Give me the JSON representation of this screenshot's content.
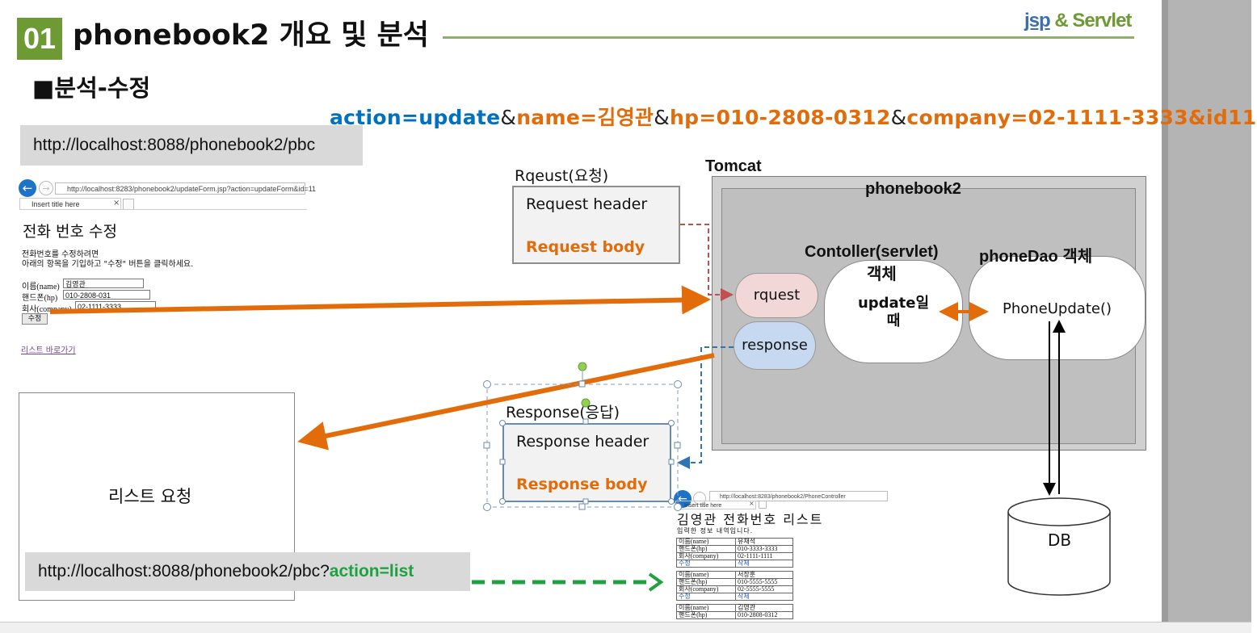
{
  "slide": {
    "number": "01",
    "title": "phonebook2 개요 및 분석",
    "brand": {
      "part1": "jsp",
      "part2": "& Servlet"
    },
    "subtitle": "■분석-수정"
  },
  "query_string": {
    "p1": "action=",
    "p2": "update",
    "p3": "&",
    "p4": "name=김영관",
    "p5": "&",
    "p6": "hp=010-2808-0312",
    "p7": "&",
    "p8": "company=02-1111-3333&id11"
  },
  "url_request": "http://localhost:8088/phonebook2/pbc",
  "url_redirect": {
    "prefix": "http://localhost:8088/phonebook2/pbc?",
    "suffix": "action=list"
  },
  "update_form_screenshot": {
    "address": "http://localhost:8283/phonebook2/updateForm.jsp?action=updateForm&id=11",
    "tab_title": "Insert title here",
    "heading": "전화 번호 수정",
    "description": "전화번호를 수정하려면\n아래의 항목을 기입하고 \"수정\" 버튼을 클릭하세요.",
    "fields": [
      {
        "label": "이름(name)",
        "value": "김영관"
      },
      {
        "label": "핸드폰(hp)",
        "value": "010-2808-031"
      },
      {
        "label": "회사(company)",
        "value": "02-1111-3333"
      }
    ],
    "submit_label": "수정",
    "link_label": "리스트 바로가기"
  },
  "request": {
    "label": "Rqeust(요청)",
    "header": "Request header",
    "body": "Request  body"
  },
  "response": {
    "label": "Response(응답)",
    "header": "Response header",
    "body": "Response  body"
  },
  "server": {
    "tomcat": "Tomcat",
    "app": "phonebook2",
    "controller_label": "Contoller(servlet)",
    "controller_label2": "객체",
    "controller_text1": "update일",
    "controller_text2": "때",
    "dao_label": "phoneDao 객체",
    "dao_method": "PhoneUpdate()",
    "request_pill": "rquest",
    "response_pill": "response",
    "db": "DB"
  },
  "list_request": "리스트 요청",
  "list_screenshot": {
    "address": "http://localhost:8283/phonebook2/PhoneController",
    "tab_title": "Insert title here",
    "heading": "김영관 전화번호 리스트",
    "sub": "입력한 정보 내역입니다.",
    "records": [
      {
        "name": "유재석",
        "hp": "010-3333-3333",
        "company": "02-1111-1111"
      },
      {
        "name": "서장훈",
        "hp": "010-5555-5555",
        "company": "02-5555-5555"
      },
      {
        "name": "김영관",
        "hp": "010-2808-0312",
        "company": ""
      }
    ],
    "labels": {
      "name": "이름(name)",
      "hp": "핸드폰(hp)",
      "company": "회사(company)",
      "edit": "수정",
      "delete": "삭제"
    }
  },
  "colors": {
    "accent_green": "#6d9a35",
    "orange": "#e36c0a",
    "blue": "#0070c0",
    "dashed_green": "#1fa041"
  }
}
